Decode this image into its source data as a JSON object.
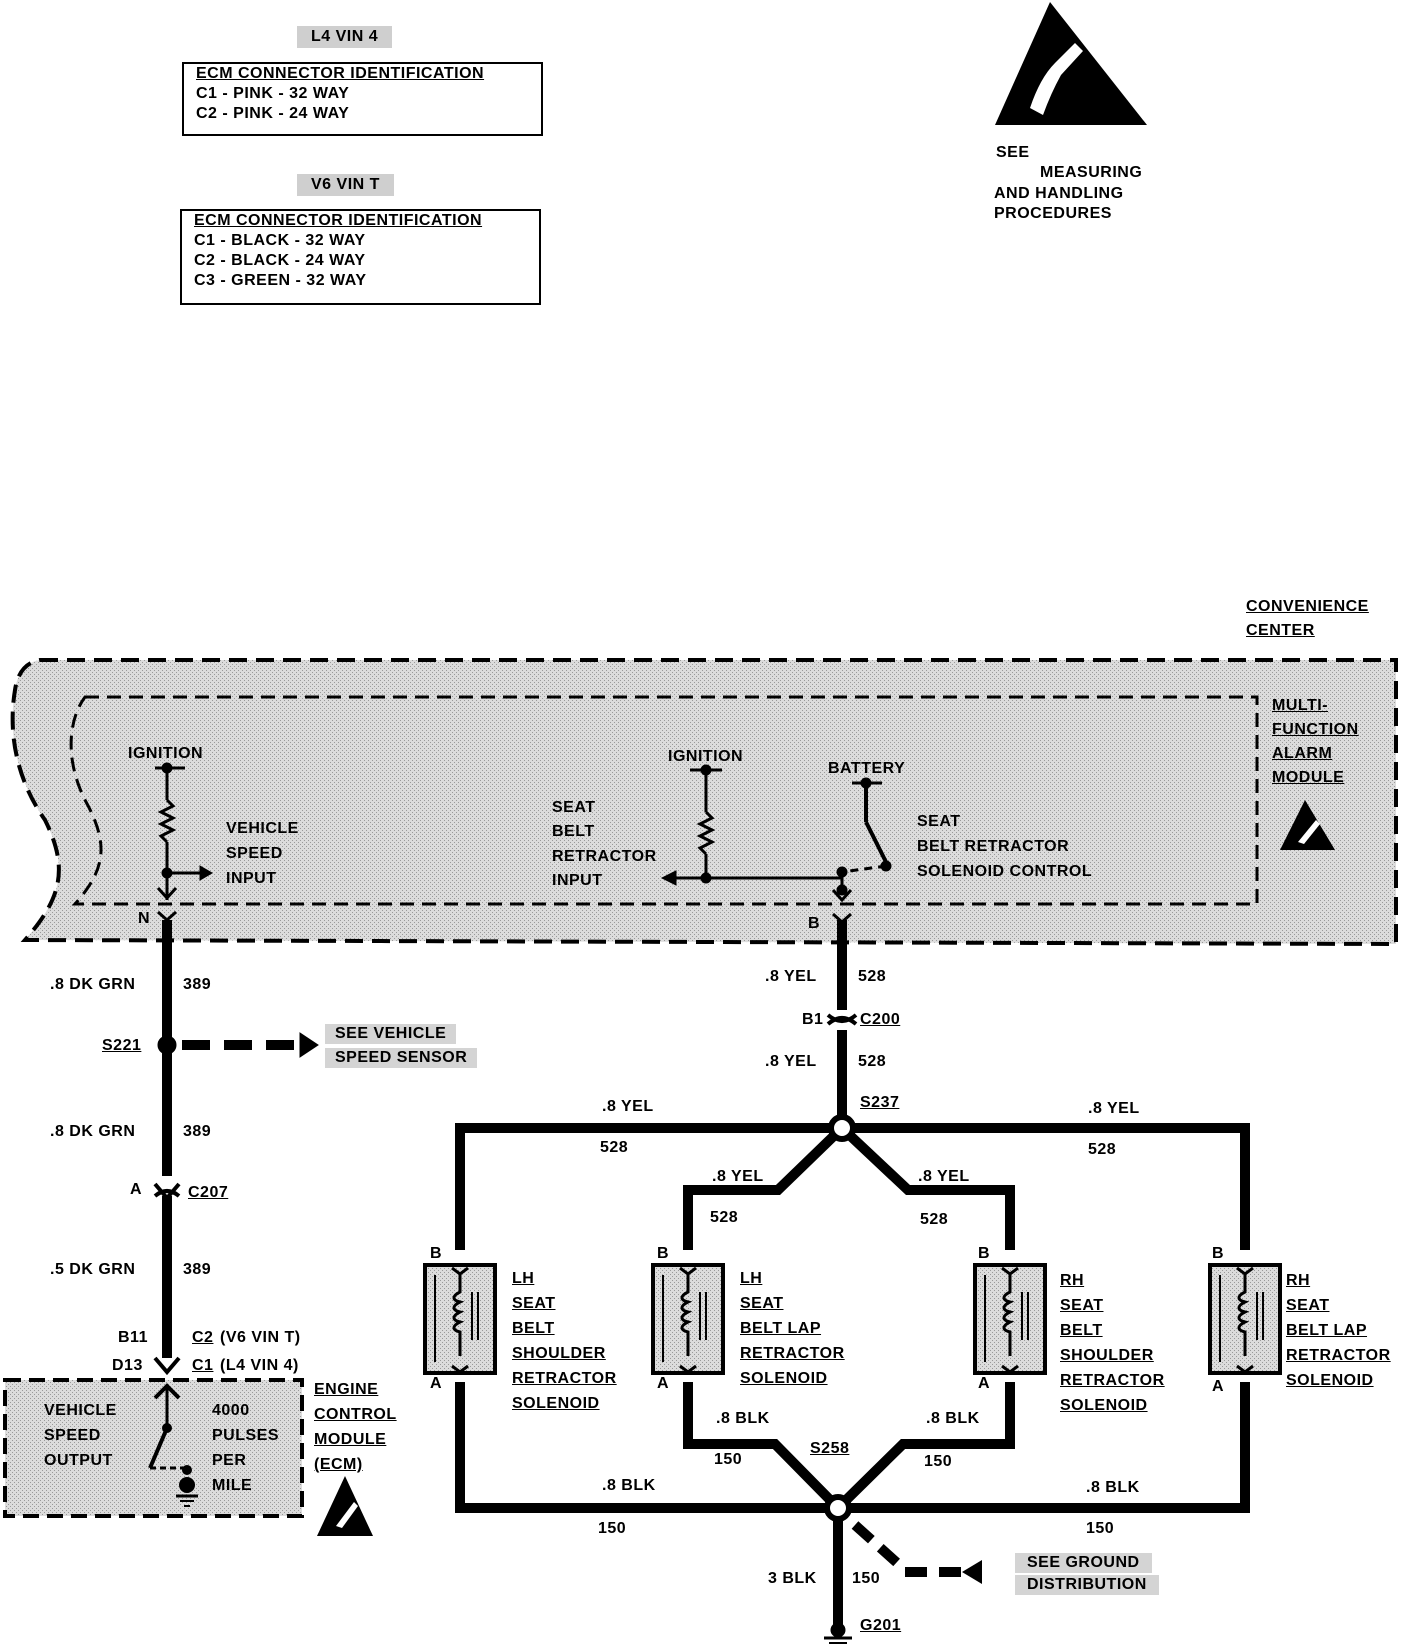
{
  "ecm_tables": [
    {
      "tag": "L4 VIN 4",
      "header": "ECM CONNECTOR IDENTIFICATION",
      "rows": [
        "C1 - PINK - 32 WAY",
        "C2 - PINK - 24 WAY"
      ]
    },
    {
      "tag": "V6 VIN T",
      "header": "ECM CONNECTOR IDENTIFICATION",
      "rows": [
        "C1 - BLACK - 32 WAY",
        "C2 - BLACK - 24 WAY",
        "C3 - GREEN - 32 WAY"
      ]
    }
  ],
  "esd_note": {
    "lines": [
      "SEE",
      "MEASURING",
      "AND HANDLING",
      "PROCEDURES"
    ]
  },
  "convenience_center": {
    "lines": [
      "CONVENIENCE",
      "CENTER"
    ]
  },
  "mfam": {
    "lines": [
      "MULTI-",
      "FUNCTION",
      "ALARM",
      "MODULE"
    ]
  },
  "left_circuit": {
    "ignition": "IGNITION",
    "input_lines": [
      "VEHICLE",
      "SPEED",
      "INPUT"
    ],
    "pin": "N"
  },
  "right_circuit": {
    "ignition": "IGNITION",
    "battery": "BATTERY",
    "input_lines": [
      "SEAT",
      "BELT",
      "RETRACTOR",
      "INPUT"
    ],
    "control_lines": [
      "SEAT",
      "BELT RETRACTOR",
      "SOLENOID CONTROL"
    ],
    "pin": "B"
  },
  "wires_left": [
    {
      "gauge": ".8 DK GRN",
      "circuit": "389"
    },
    {
      "gauge": ".8 DK GRN",
      "circuit": "389"
    },
    {
      "gauge": ".5 DK GRN",
      "circuit": "389"
    }
  ],
  "splice_s221": {
    "id": "S221",
    "see": [
      "SEE VEHICLE",
      "SPEED SENSOR"
    ]
  },
  "connector_c207": {
    "pin": "A",
    "id": "C207"
  },
  "ecm_pins": [
    {
      "pin": "B11",
      "conn": "C2",
      "note": "(V6 VIN T)"
    },
    {
      "pin": "D13",
      "conn": "C1",
      "note": "(L4 VIN 4)"
    }
  ],
  "ecm": {
    "output_lines": [
      "VEHICLE",
      "SPEED",
      "OUTPUT"
    ],
    "pulses_lines": [
      "4000",
      "PULSES",
      "PER",
      "MILE"
    ],
    "name_lines": [
      "ENGINE",
      "CONTROL",
      "MODULE",
      "(ECM)"
    ]
  },
  "wires_right_top": [
    {
      "gauge": ".8 YEL",
      "circuit": "528"
    },
    {
      "gauge": ".8 YEL",
      "circuit": "528"
    }
  ],
  "connector_c200": {
    "pin": "B1",
    "id": "C200"
  },
  "splice_s237": "S237",
  "yel_branches": [
    {
      "gauge": ".8 YEL",
      "circuit": "528"
    },
    {
      "gauge": ".8 YEL",
      "circuit": "528"
    },
    {
      "gauge": ".8 YEL",
      "circuit": "528"
    },
    {
      "gauge": ".8 YEL",
      "circuit": "528"
    }
  ],
  "solenoids": [
    {
      "lines": [
        "LH",
        "SEAT",
        "BELT",
        "SHOULDER",
        "RETRACTOR",
        "SOLENOID"
      ],
      "pin_top": "B",
      "pin_bottom": "A"
    },
    {
      "lines": [
        "LH",
        "SEAT",
        "BELT LAP",
        "RETRACTOR",
        "SOLENOID"
      ],
      "pin_top": "B",
      "pin_bottom": "A"
    },
    {
      "lines": [
        "RH",
        "SEAT",
        "BELT",
        "SHOULDER",
        "RETRACTOR",
        "SOLENOID"
      ],
      "pin_top": "B",
      "pin_bottom": "A"
    },
    {
      "lines": [
        "RH",
        "SEAT",
        "BELT LAP",
        "RETRACTOR",
        "SOLENOID"
      ],
      "pin_top": "B",
      "pin_bottom": "A"
    }
  ],
  "blk_branches": [
    {
      "gauge": ".8 BLK",
      "circuit": "150"
    },
    {
      "gauge": ".8 BLK",
      "circuit": "150"
    },
    {
      "gauge": ".8 BLK",
      "circuit": "150"
    },
    {
      "gauge": ".8 BLK",
      "circuit": "150"
    }
  ],
  "splice_s258": "S258",
  "ground_wire": {
    "gauge": "3 BLK",
    "circuit": "150"
  },
  "ground_see": [
    "SEE GROUND",
    "DISTRIBUTION"
  ],
  "ground_id": "G201"
}
